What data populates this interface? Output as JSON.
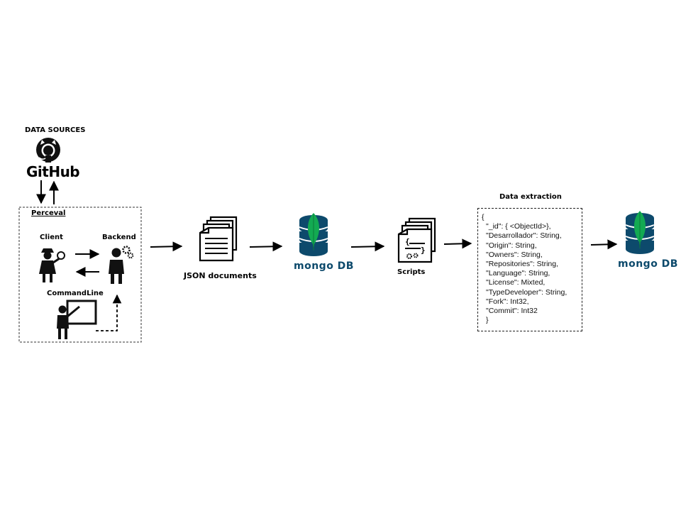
{
  "data_sources": {
    "title": "DATA SOURCES",
    "github_word": "GitHub"
  },
  "perceval": {
    "title": "Perceval",
    "client_label": "Client",
    "backend_label": "Backend",
    "commandline_label": "CommandLine"
  },
  "json_documents": {
    "label": "JSON documents"
  },
  "mongodb": {
    "logo_text": "mongo DB",
    "accent": "#13aa52",
    "drum_color": "#0d4a6c"
  },
  "scripts": {
    "label": "Scripts"
  },
  "data_extraction": {
    "title": "Data extraction",
    "open_brace": "{",
    "fields": [
      "\"_id\": { <ObjectId>},",
      "\"Desarrollador\": String,",
      "\"Origin\": String,",
      "\"Owners\": String,",
      "\"Repositories\": String,",
      "\"Language\": String,",
      "\"License\": Mixted,",
      "\"TypeDeveloper\": String,",
      "\"Fork\": Int32,",
      "\"Commit\": Int32"
    ],
    "close_brace": "}"
  },
  "mongodb_output": {
    "logo_text": "mongo DB"
  }
}
